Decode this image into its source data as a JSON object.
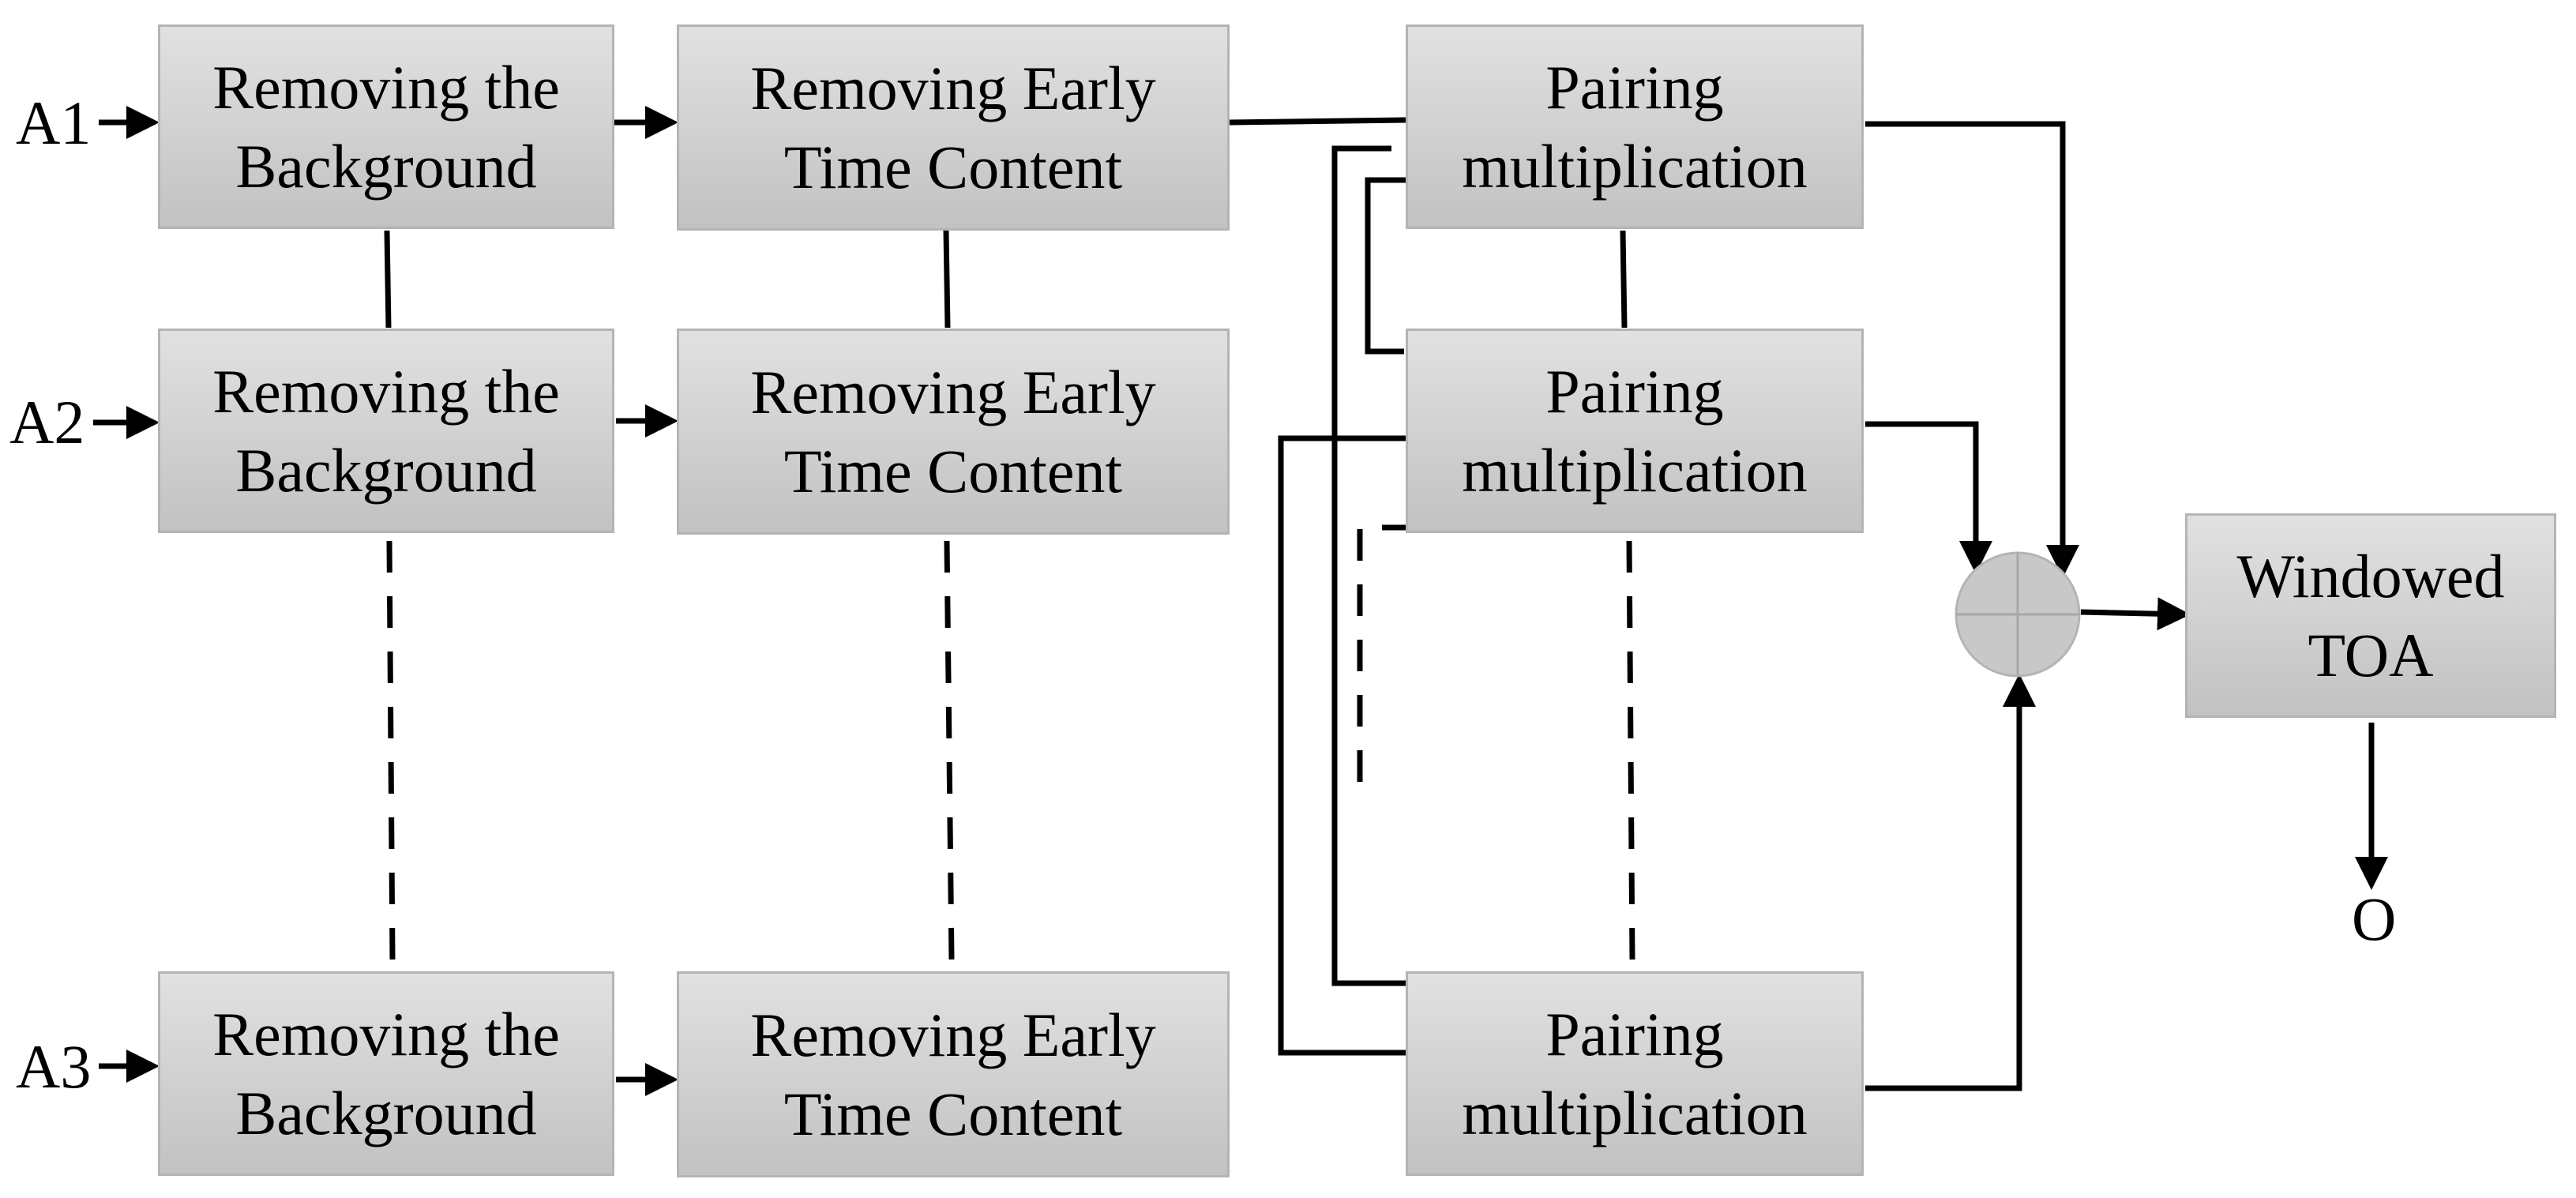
{
  "inputs": {
    "a1": "A1",
    "a2": "A2",
    "a3": "A3"
  },
  "output": "O",
  "rows": [
    {
      "bg_line1": "Removing the",
      "bg_line2": "Background",
      "early_line1": "Removing Early",
      "early_line2": "Time Content",
      "pair_line1": "Pairing",
      "pair_line2": "multiplication"
    },
    {
      "bg_line1": "Removing the",
      "bg_line2": "Background",
      "early_line1": "Removing Early",
      "early_line2": "Time Content",
      "pair_line1": "Pairing",
      "pair_line2": "multiplication"
    },
    {
      "bg_line1": "Removing the",
      "bg_line2": "Background",
      "early_line1": "Removing Early",
      "early_line2": "Time Content",
      "pair_line1": "Pairing",
      "pair_line2": "multiplication"
    }
  ],
  "windowed": {
    "line1": "Windowed",
    "line2": "TOA"
  },
  "colors": {
    "box_fill_top": "#e1e1e1",
    "box_fill_bottom": "#c2c2c2",
    "box_border": "#b4b4b4",
    "line": "#000000",
    "summer_fill": "#c8c8c8"
  }
}
